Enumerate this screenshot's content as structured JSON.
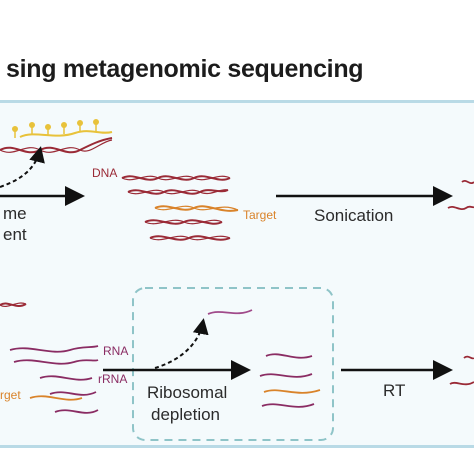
{
  "title": "sing metagenomic sequencing",
  "labels": {
    "dna": "DNA",
    "dna_target": "Target",
    "enzyme_step_line1": "me",
    "enzyme_step_line2": "ent",
    "sonication": "Sonication",
    "rna": "RNA",
    "rrna": "rRNA",
    "rna_target": "rget",
    "ribosomal_depletion_line1": "Ribosomal",
    "ribosomal_depletion_line2": "depletion",
    "rt": "RT"
  },
  "colors": {
    "dna_strand": "#9a2a36",
    "target_strand": "#d9832a",
    "rna_strand": "#8a2c63",
    "rrna_strand": "#a04a8a",
    "probe_head": "#e8c23a",
    "arrow": "#111111",
    "panel_border": "#b9dae6",
    "dashed_box": "#8fc4c8"
  }
}
